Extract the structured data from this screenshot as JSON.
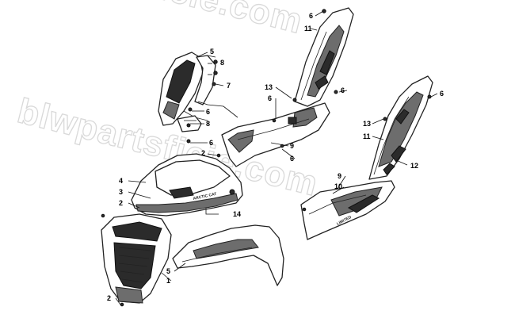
{
  "watermark": {
    "text_top": "blwpartsficie.com",
    "text_bottom": "blwpartsficie.com"
  },
  "decals": {
    "hood_brand": "ARCTIC CAT",
    "door_brand": "LIMITED"
  },
  "callouts": [
    {
      "id": "c-6a",
      "number": "6"
    },
    {
      "id": "c-11a",
      "number": "11"
    },
    {
      "id": "c-5a",
      "number": "5"
    },
    {
      "id": "c-8a",
      "number": "8"
    },
    {
      "id": "c-7",
      "number": "7"
    },
    {
      "id": "c-13a",
      "number": "13"
    },
    {
      "id": "c-6b",
      "number": "6"
    },
    {
      "id": "c-6c",
      "number": "6"
    },
    {
      "id": "c-6d",
      "number": "6"
    },
    {
      "id": "c-8b",
      "number": "8"
    },
    {
      "id": "c-6e",
      "number": "6"
    },
    {
      "id": "c-9a",
      "number": "9"
    },
    {
      "id": "c-2a",
      "number": "2"
    },
    {
      "id": "c-6f",
      "number": "6"
    },
    {
      "id": "c-6g",
      "number": "6"
    },
    {
      "id": "c-13b",
      "number": "13"
    },
    {
      "id": "c-11b",
      "number": "11"
    },
    {
      "id": "c-12",
      "number": "12"
    },
    {
      "id": "c-4",
      "number": "4"
    },
    {
      "id": "c-3",
      "number": "3"
    },
    {
      "id": "c-2b",
      "number": "2"
    },
    {
      "id": "c-14",
      "number": "14"
    },
    {
      "id": "c-9b",
      "number": "9"
    },
    {
      "id": "c-10",
      "number": "10"
    },
    {
      "id": "c-5b",
      "number": "5"
    },
    {
      "id": "c-1",
      "number": "1"
    },
    {
      "id": "c-2c",
      "number": "2"
    }
  ]
}
